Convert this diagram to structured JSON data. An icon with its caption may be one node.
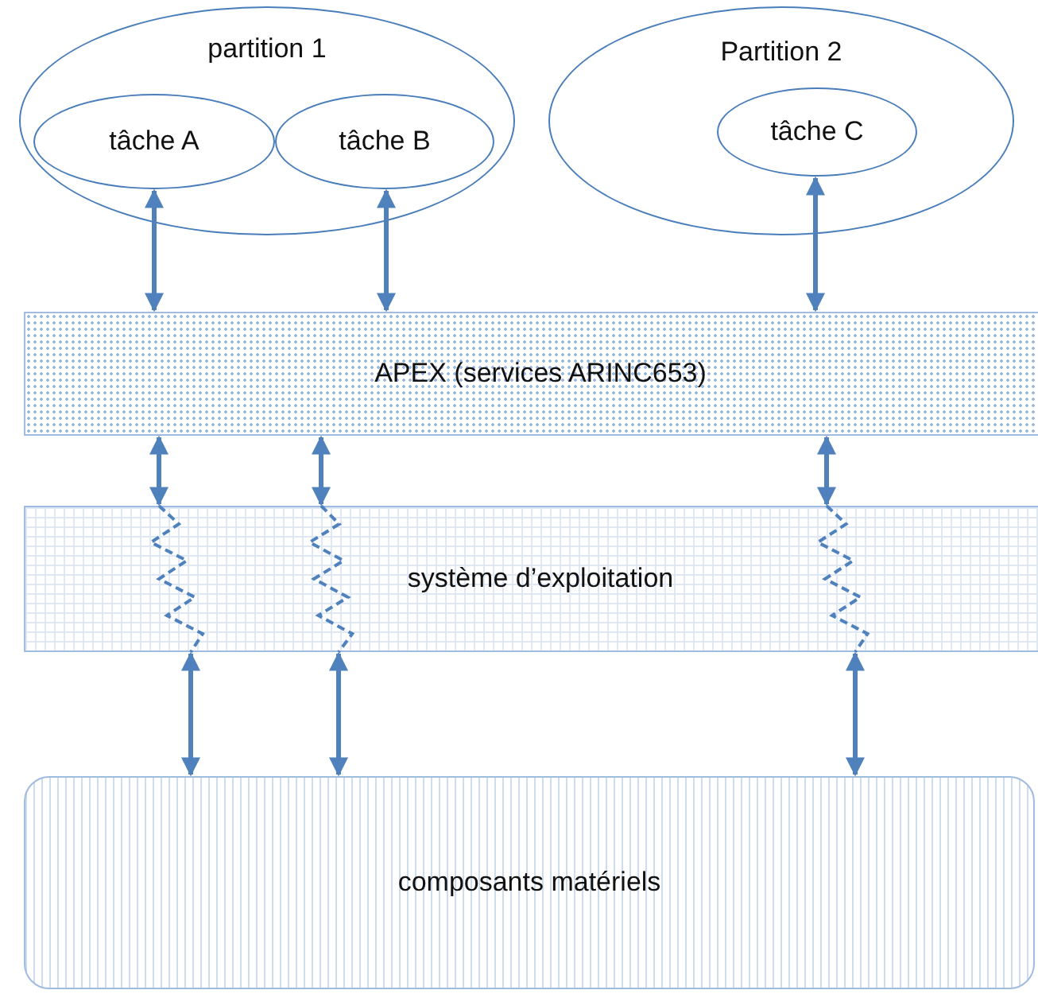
{
  "diagram": {
    "nodes": [
      {
        "text": [
          "partition 1"
        ]
      },
      {
        "text": [
          "tâche A"
        ],
        "in": 0
      },
      {
        "text": [
          "tâche B"
        ],
        "in": 0
      },
      {
        "text": [
          "Partition 2"
        ]
      },
      {
        "text": [
          "tâche C"
        ],
        "in": 3
      },
      {
        "text": [
          "APEX (services ARINC653)"
        ]
      },
      {
        "text": [
          "système d’exploitation"
        ]
      },
      {
        "text": [
          "composants matériels"
        ]
      }
    ],
    "edges": [
      {
        "from": 1,
        "to": 5,
        "arrow": "both"
      },
      {
        "from": 2,
        "to": 5,
        "arrow": "both"
      },
      {
        "from": 4,
        "to": 5,
        "arrow": "both"
      },
      {
        "from": 5,
        "to": 6,
        "arrow": "both"
      },
      {
        "from": 5,
        "to": 6,
        "arrow": "both"
      },
      {
        "from": 5,
        "to": 6,
        "arrow": "both"
      },
      {
        "from": 6,
        "to": 7,
        "arrow": "both"
      },
      {
        "from": 6,
        "to": 7,
        "arrow": "both"
      },
      {
        "from": 6,
        "to": 7,
        "arrow": "both"
      }
    ]
  }
}
